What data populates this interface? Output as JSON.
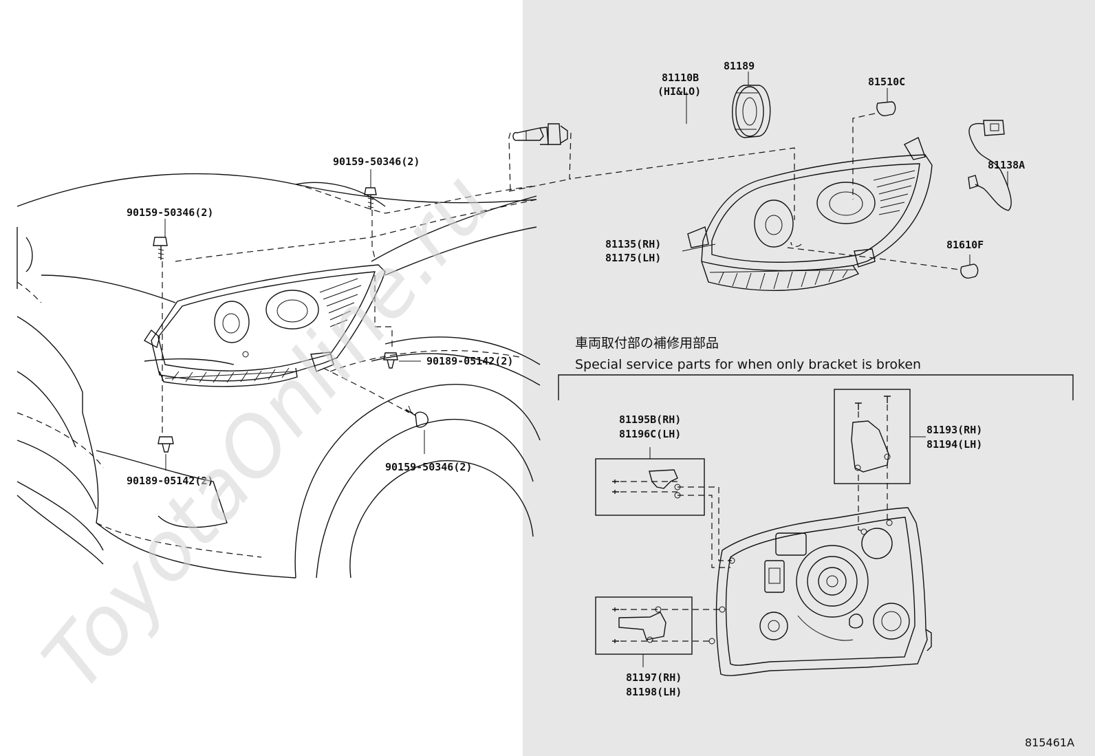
{
  "watermark": "ToyotaOnline.ru",
  "figure_id": "815461A",
  "section": {
    "title_jp": "車両取付部の補修用部品",
    "title_en": "Special service parts for when only bracket is broken"
  },
  "labels": {
    "p81110b_a": "81110B",
    "p81110b_b": "(HI&LO)",
    "p81189": "81189",
    "p81510c": "81510C",
    "p81138a": "81138A",
    "p81135": "81135(RH)",
    "p81175": "81175(LH)",
    "p81610f": "81610F",
    "p81195b": "81195B(RH)",
    "p81196c": "81196C(LH)",
    "p81193": "81193(RH)",
    "p81194": "81194(LH)",
    "p81197": "81197(RH)",
    "p81198": "81198(LH)",
    "b90159_top": "90159-50346(2)",
    "b90159_left": "90159-50346(2)",
    "b90189_right": "90189-05142(2)",
    "b90159_bottom": "90159-50346(2)",
    "b90189_bottom": "90189-05142(2)"
  }
}
